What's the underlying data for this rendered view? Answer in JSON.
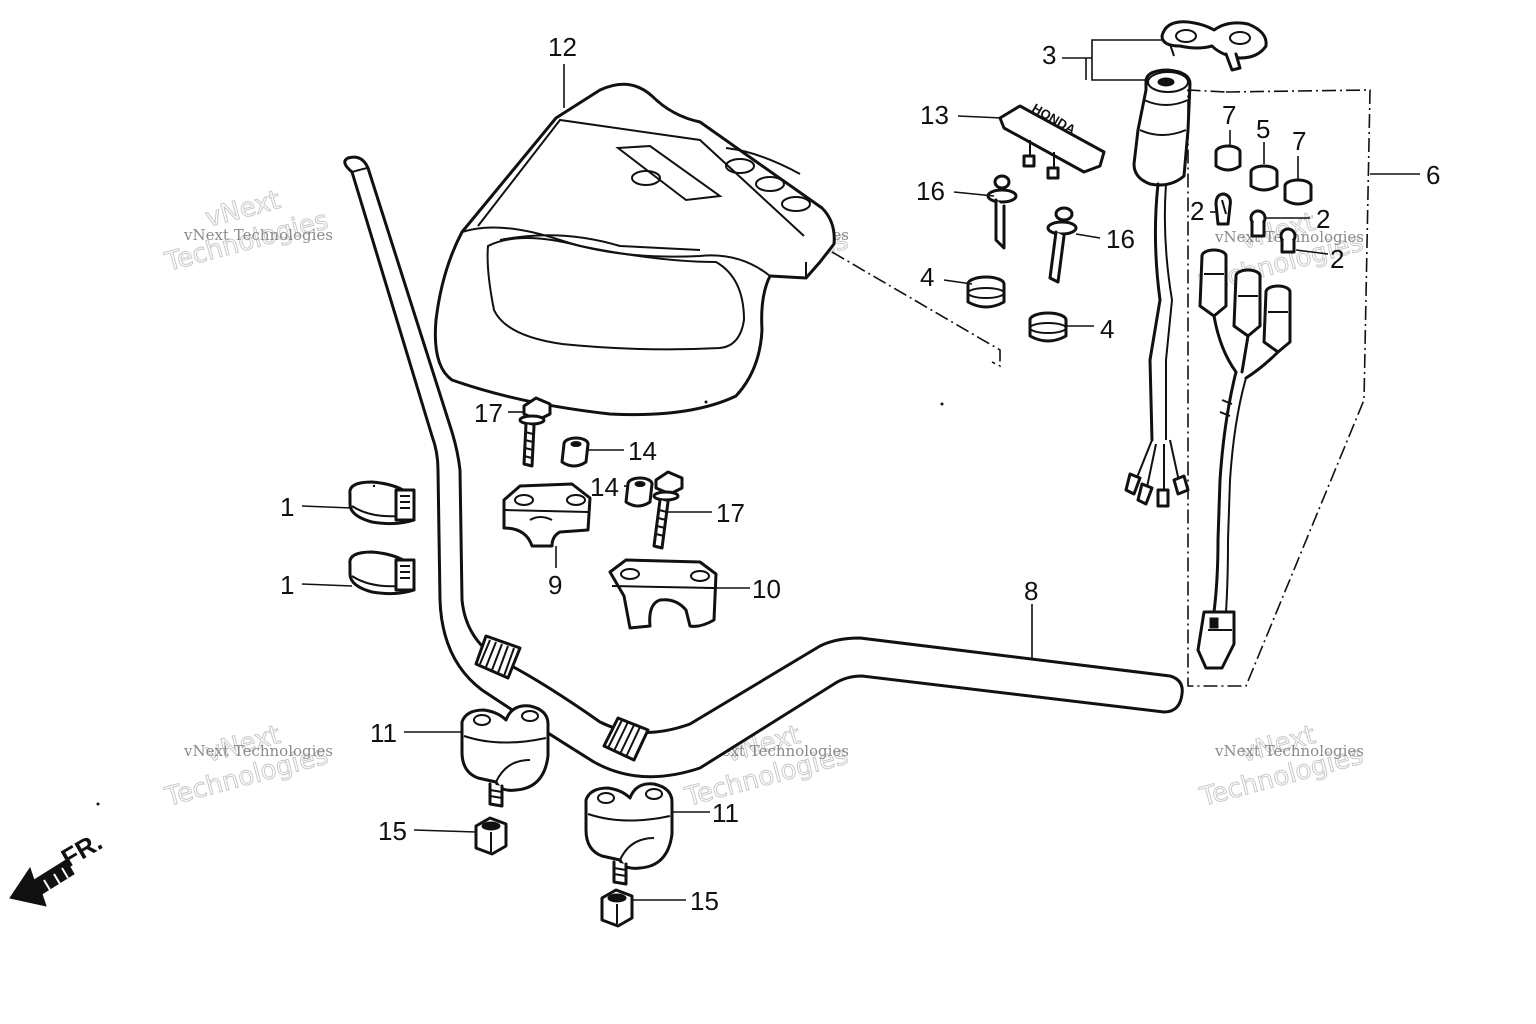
{
  "callouts": {
    "c1a": "1",
    "c1b": "1",
    "c2a": "2",
    "c2b": "2",
    "c2c": "2",
    "c3": "3",
    "c4a": "4",
    "c4b": "4",
    "c5": "5",
    "c6": "6",
    "c7a": "7",
    "c7b": "7",
    "c8": "8",
    "c9": "9",
    "c10": "10",
    "c11a": "11",
    "c11b": "11",
    "c12": "12",
    "c13": "13",
    "c14a": "14",
    "c14b": "14",
    "c15a": "15",
    "c15b": "15",
    "c16a": "16",
    "c16b": "16",
    "c17a": "17",
    "c17b": "17"
  },
  "emblem_text": "HONDA",
  "front_arrow_label": "FR.",
  "watermark": {
    "line1": "vNext",
    "line2": "Technologies",
    "small": "vNext Technologies"
  },
  "icons": {
    "front_arrow": "arrow-left-down-icon"
  }
}
